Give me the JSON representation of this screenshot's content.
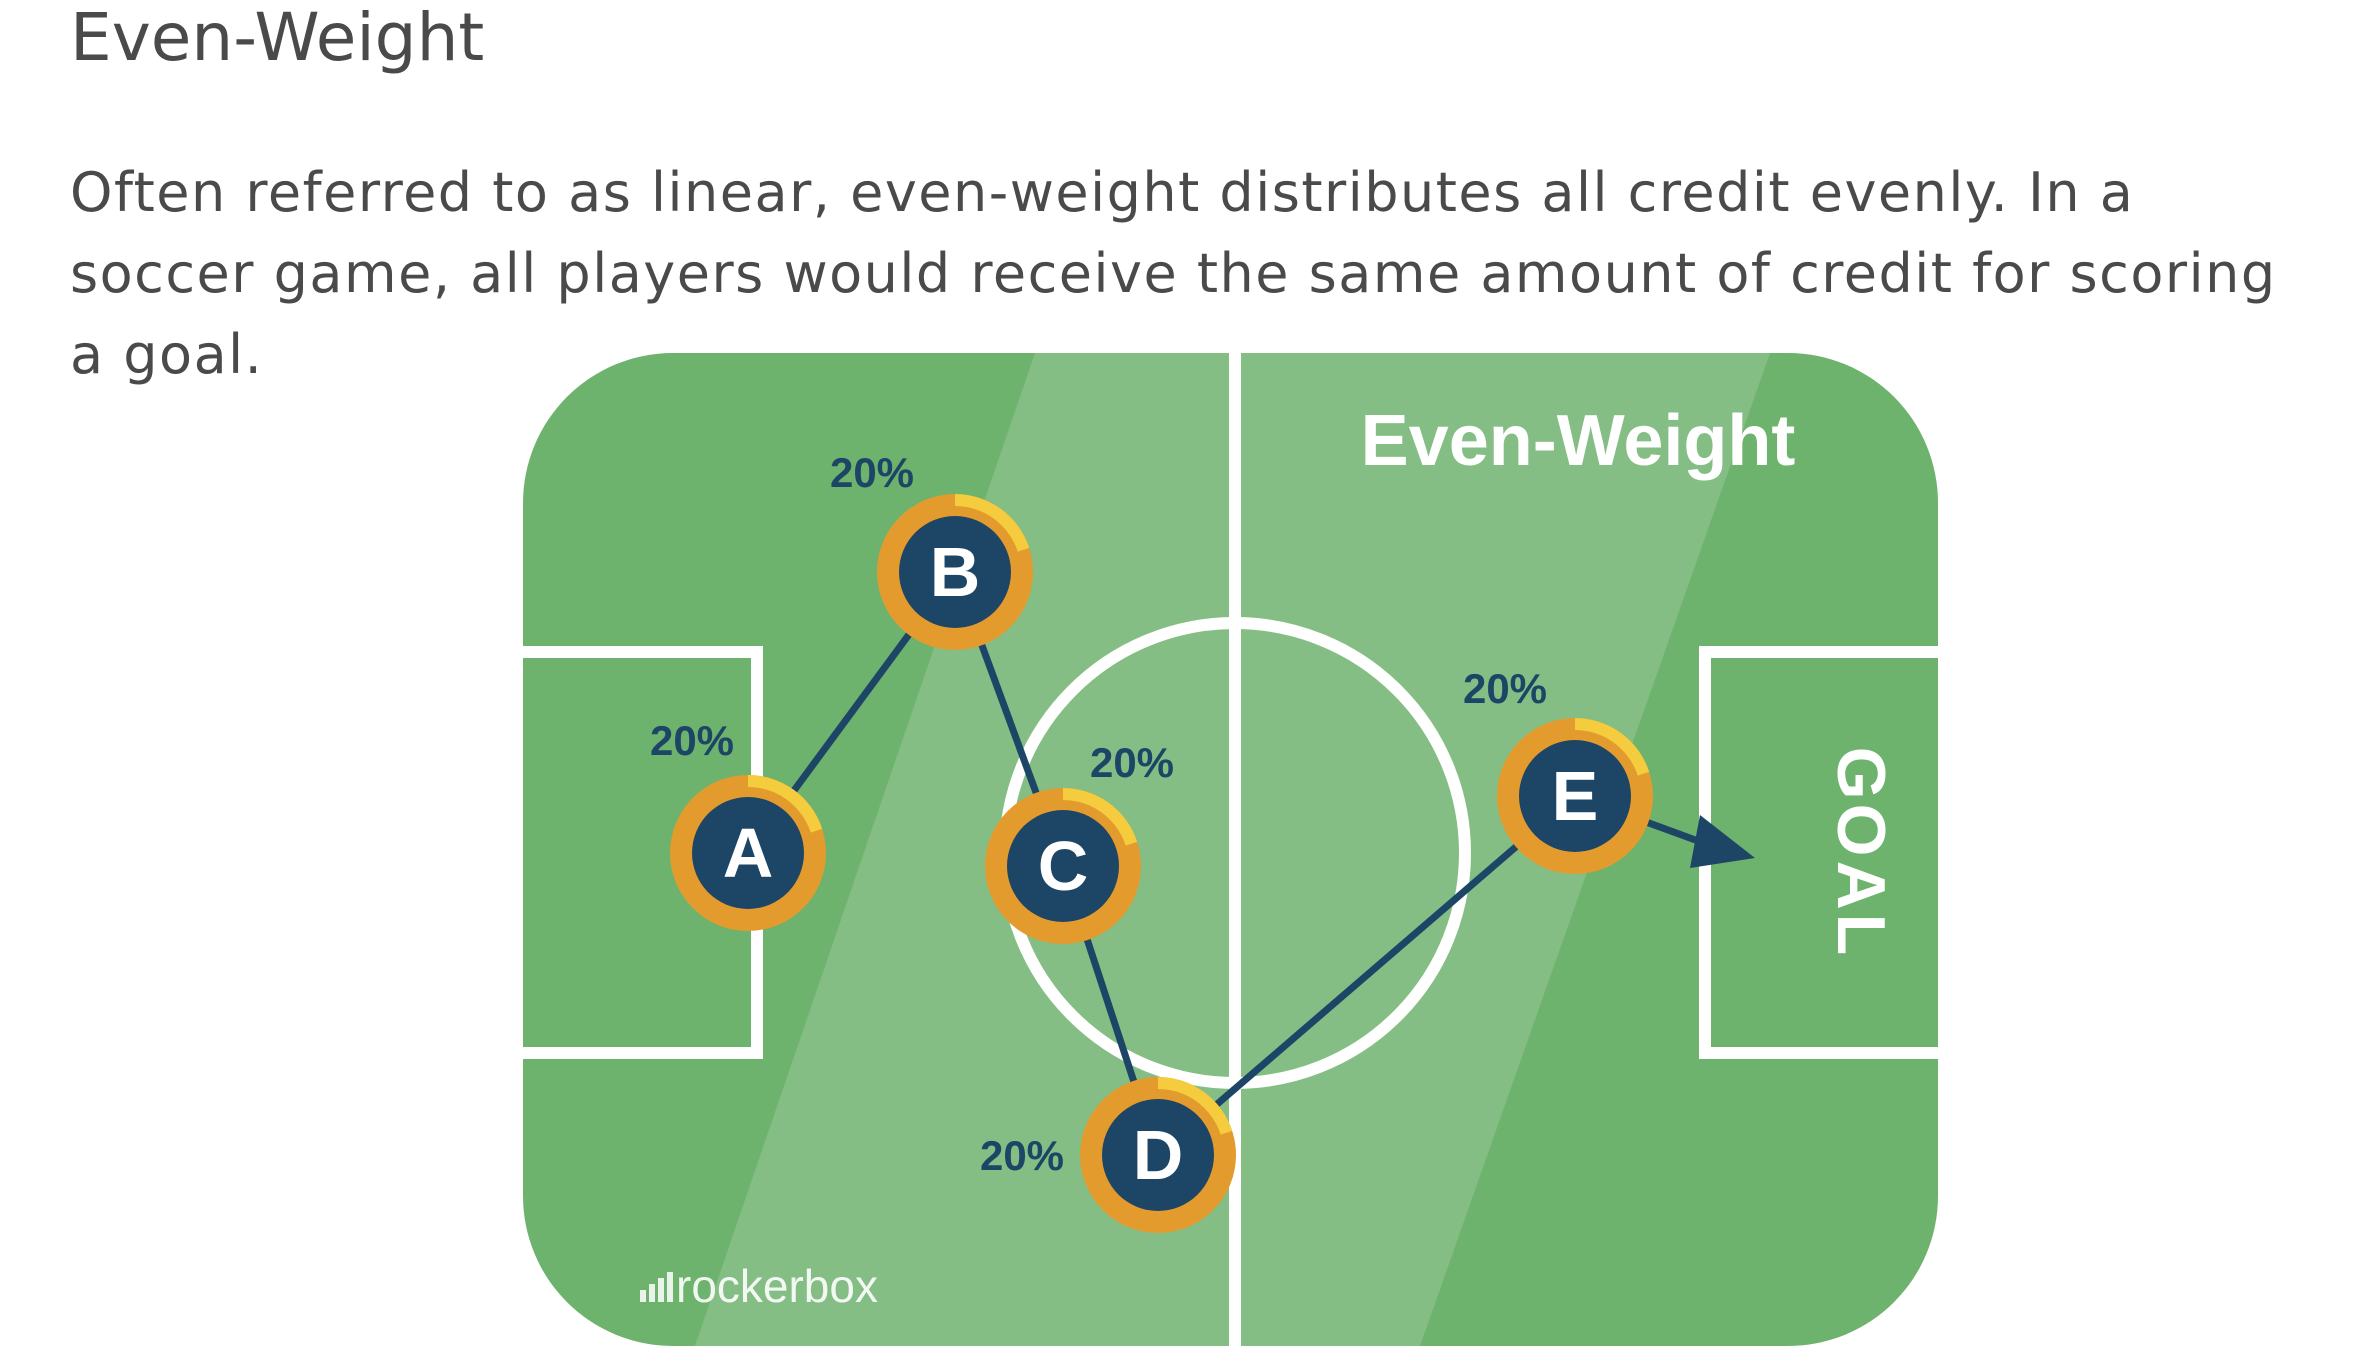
{
  "article": {
    "heading": "Even-Weight",
    "description": "Often referred to as linear, even-weight distributes all credit evenly. In a soccer game, all  players would receive the same amount of credit for scoring a goal."
  },
  "diagram": {
    "title": "Even-Weight",
    "goal_label": "GOAL",
    "brand": "rockerbox",
    "players": [
      {
        "letter": "A",
        "credit": "20%"
      },
      {
        "letter": "B",
        "credit": "20%"
      },
      {
        "letter": "C",
        "credit": "20%"
      },
      {
        "letter": "D",
        "credit": "20%"
      },
      {
        "letter": "E",
        "credit": "20%"
      }
    ],
    "colors": {
      "pitch_dark": "#6db36d",
      "pitch_light": "#85be85",
      "lines": "#ffffff",
      "player_fill": "#1d4666",
      "ring_orange": "#e39b2e",
      "ring_yellow": "#f5cc3d",
      "pass_line": "#1d4666",
      "credit_text": "#1d4666"
    }
  }
}
